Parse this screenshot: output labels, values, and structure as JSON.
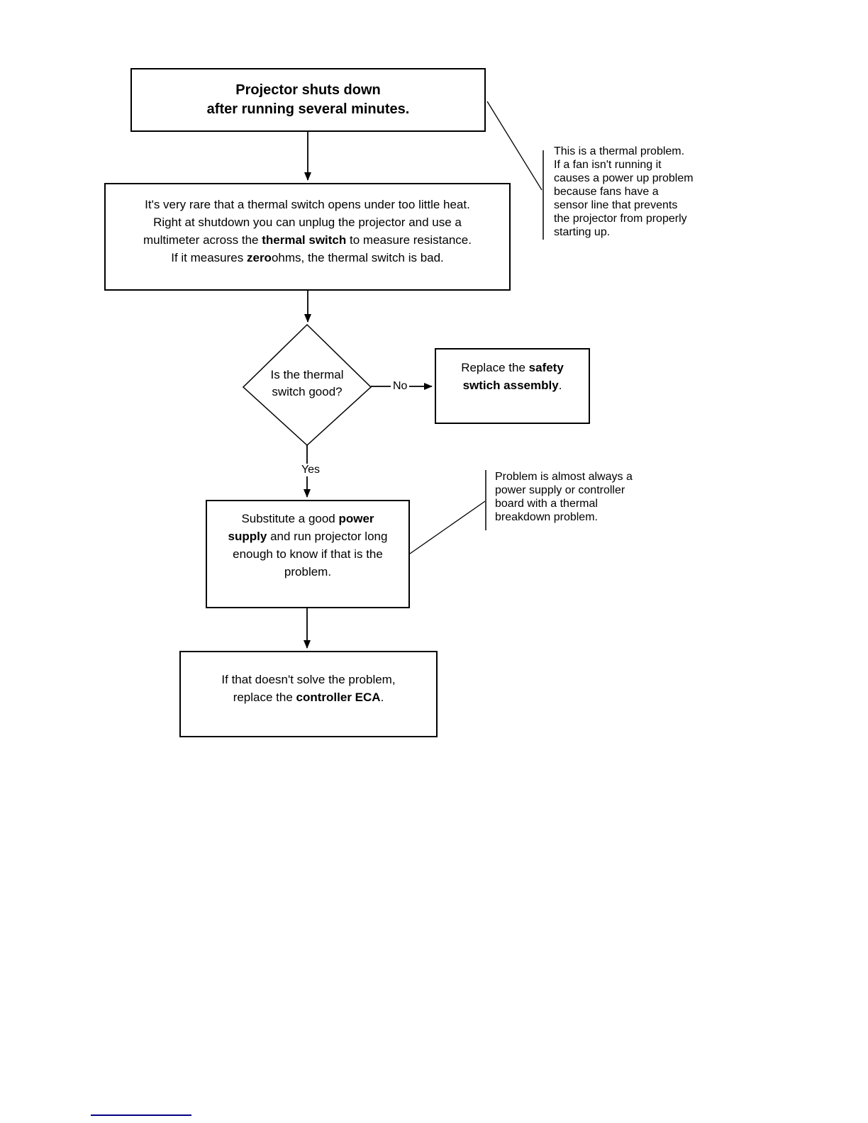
{
  "colors": {
    "page_background": "#ffffff",
    "flowchart_ink": "#000000",
    "link_underline": "#000080"
  },
  "flowchart": {
    "start": {
      "line1": "Projector shuts down",
      "line2": "after running several minutes."
    },
    "thermal_note": {
      "lines": [
        "This is a thermal problem.",
        "If a fan isn't running it",
        "causes a power up problem",
        "because fans have a",
        "sensor line that prevents",
        "the projector from properly",
        "starting up."
      ]
    },
    "measure": {
      "line1": "It's very rare that a thermal switch opens under too little heat.",
      "line2": "Right at shutdown you can unplug the projector and use a",
      "line3_a": "multimeter across the ",
      "line3_b": "thermal switch",
      "line3_c": " to measure resistance.",
      "line4_a": "If it measures ",
      "line4_b": "zero",
      "line4_c": "ohms, the thermal switch is bad."
    },
    "decision": {
      "line1": "Is the thermal",
      "line2": "switch good?"
    },
    "no_label": "No",
    "yes_label": "Yes",
    "replace_safety": {
      "line1_a": "Replace the ",
      "line1_b": "safety",
      "line2_b": "swtich assembly",
      "line2_c": "."
    },
    "psu_note": {
      "lines": [
        "Problem is almost always a",
        "power supply or controller",
        "board with a thermal",
        "breakdown problem."
      ]
    },
    "substitute": {
      "line1_a": "Substitute a good ",
      "line1_b": "power",
      "line2_b": "supply",
      "line2_c": " and run projector long",
      "line3": "enough to know if that is the",
      "line4": "problem."
    },
    "replace_eca": {
      "line1": "If that doesn't solve the problem,",
      "line2_a": "replace the ",
      "line2_b": "controller ECA",
      "line2_c": "."
    }
  }
}
